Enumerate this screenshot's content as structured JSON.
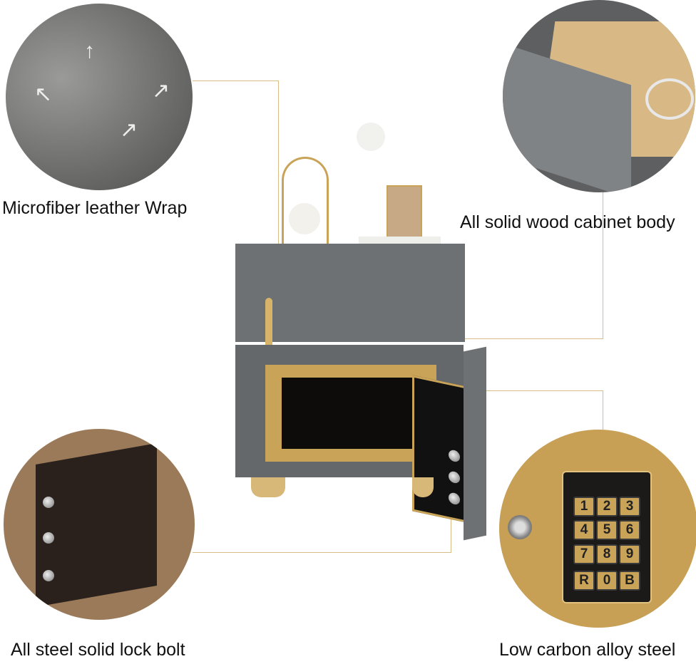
{
  "labels": {
    "leather": "Microfiber leather Wrap",
    "wood": "All solid wood cabinet body",
    "bolt": "All steel solid lock bolt",
    "steel": "Low carbon alloy steel"
  },
  "keypad": [
    "1",
    "2",
    "3",
    "4",
    "5",
    "6",
    "7",
    "8",
    "9",
    "R",
    "0",
    "B"
  ],
  "colors": {
    "cabinet": "#6e7173",
    "gold": "#c9a458",
    "leader": "#d9bd86"
  }
}
